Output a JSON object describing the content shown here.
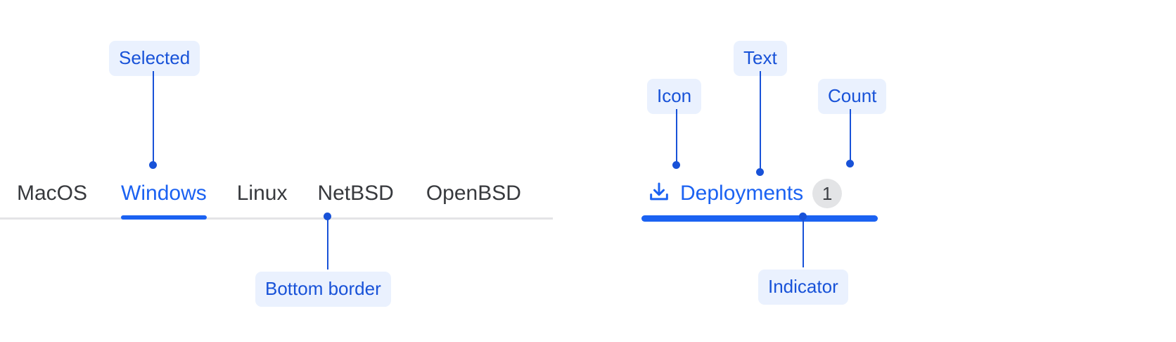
{
  "theme": {
    "accent_blue": "#1b62f2",
    "annotation_blue": "#1852d8",
    "chip_bg": "#eaf1fe",
    "tab_text": "#37393d",
    "baseline_gray": "#e4e4e6",
    "badge_bg": "#e3e4e6",
    "badge_text": "#3c3f44",
    "page_bg": "#ffffff"
  },
  "left_example": {
    "name": "tab-group-os",
    "tabs": [
      {
        "label": "MacOS",
        "selected": false
      },
      {
        "label": "Windows",
        "selected": true
      },
      {
        "label": "Linux",
        "selected": false
      },
      {
        "label": "NetBSD",
        "selected": false
      },
      {
        "label": "OpenBSD",
        "selected": false
      }
    ],
    "annotations": [
      {
        "id": "selected",
        "label": "Selected",
        "points_to": "Windows tab label"
      },
      {
        "id": "bottom-border",
        "label": "Bottom border",
        "points_to": "tab group baseline"
      }
    ]
  },
  "right_example": {
    "name": "tab-deployments",
    "icon": "download-icon",
    "text": "Deployments",
    "count": "1",
    "annotations": [
      {
        "id": "icon",
        "label": "Icon",
        "points_to": "download icon"
      },
      {
        "id": "text",
        "label": "Text",
        "points_to": "tab label text"
      },
      {
        "id": "count",
        "label": "Count",
        "points_to": "count badge"
      },
      {
        "id": "indicator",
        "label": "Indicator",
        "points_to": "active indicator bar"
      }
    ]
  }
}
